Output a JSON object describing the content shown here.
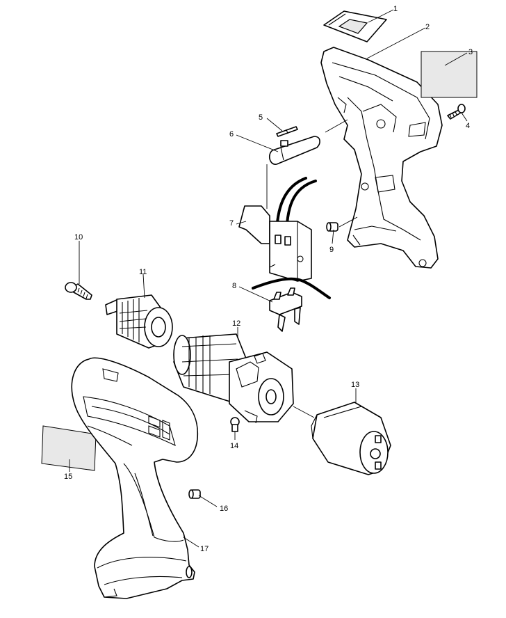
{
  "parts": [
    {
      "id": "part-1",
      "number": "1"
    },
    {
      "id": "part-2",
      "number": "2"
    },
    {
      "id": "part-3",
      "number": "3"
    },
    {
      "id": "part-4",
      "number": "4"
    },
    {
      "id": "part-5",
      "number": "5"
    },
    {
      "id": "part-6",
      "number": "6"
    },
    {
      "id": "part-7",
      "number": "7"
    },
    {
      "id": "part-8",
      "number": "8"
    },
    {
      "id": "part-9",
      "number": "9"
    },
    {
      "id": "part-10",
      "number": "10"
    },
    {
      "id": "part-11",
      "number": "11"
    },
    {
      "id": "part-12",
      "number": "12"
    },
    {
      "id": "part-13",
      "number": "13"
    },
    {
      "id": "part-14",
      "number": "14"
    },
    {
      "id": "part-15",
      "number": "15"
    },
    {
      "id": "part-16",
      "number": "16"
    },
    {
      "id": "part-17",
      "number": "17"
    }
  ]
}
